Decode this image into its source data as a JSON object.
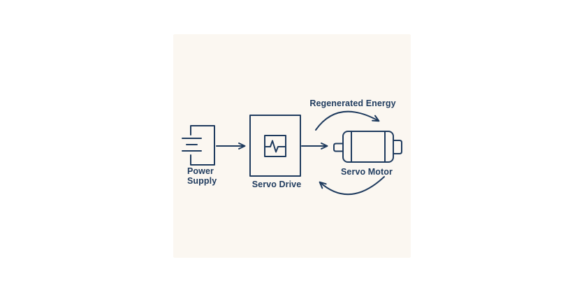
{
  "colors": {
    "ink": "#1f3b5e",
    "card_background": "#fbf7f1",
    "page_background": "#ffffff"
  },
  "diagram": {
    "nodes": {
      "power_supply": {
        "label": "Power Supply",
        "icon": "battery-icon"
      },
      "servo_drive": {
        "label": "Servo Drive",
        "icon": "waveform-screen-icon"
      },
      "servo_motor": {
        "label": "Servo Motor",
        "icon": "motor-icon"
      }
    },
    "annotations": {
      "regenerated_energy": "Regenerated Energy"
    },
    "flows": [
      {
        "from": "power_supply",
        "to": "servo_drive",
        "style": "straight-arrow"
      },
      {
        "from": "servo_drive",
        "to": "servo_motor",
        "style": "straight-arrow"
      },
      {
        "from": "servo_drive",
        "to": "servo_motor",
        "style": "curved-arrow-top",
        "label": "Regenerated Energy"
      },
      {
        "from": "servo_motor",
        "to": "servo_drive",
        "style": "curved-arrow-bottom",
        "label": ""
      }
    ]
  }
}
